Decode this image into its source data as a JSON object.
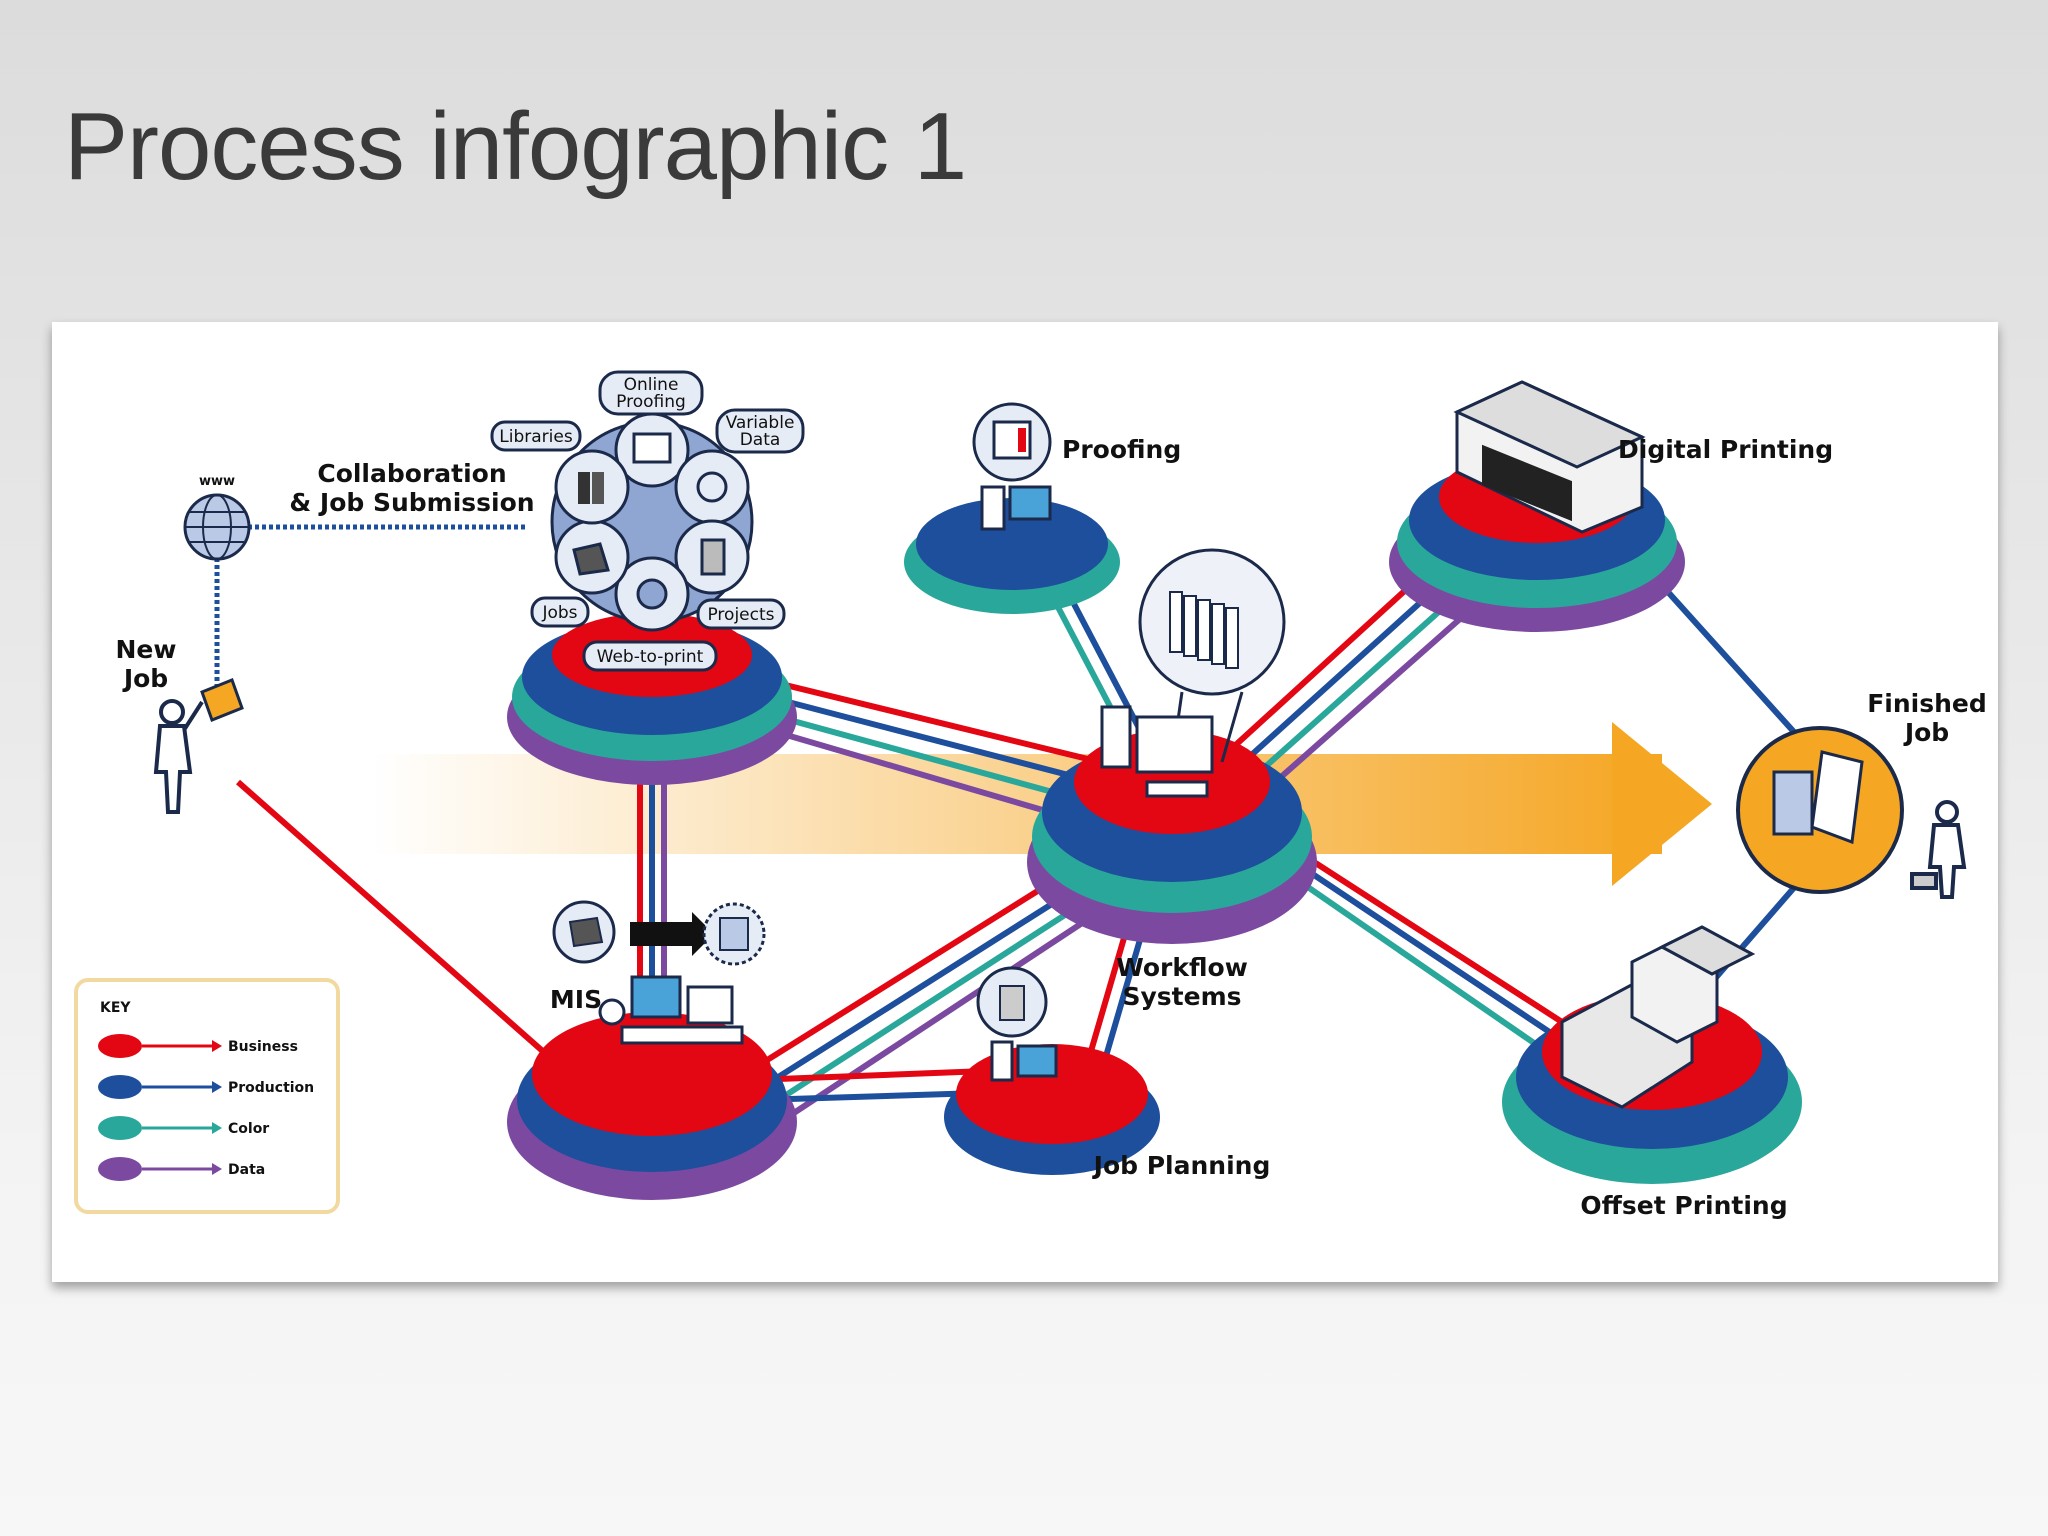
{
  "slide": {
    "title": "Process infographic 1"
  },
  "nodes": {
    "collaboration": "Collaboration\n& Job Submission",
    "new_job": "New\nJob",
    "www": "www",
    "proofing": "Proofing",
    "digital_printing": "Digital Printing",
    "finished_job": "Finished\nJob",
    "workflow_systems": "Workflow\nSystems",
    "mis": "MIS",
    "job_planning": "Job Planning",
    "offset_printing": "Offset Printing"
  },
  "hub_items": [
    "Online\nProofing",
    "Libraries",
    "Variable\nData",
    "Jobs",
    "Projects",
    "Web-to-print"
  ],
  "key": {
    "title": "KEY",
    "items": [
      {
        "label": "Business",
        "color": "#e30613"
      },
      {
        "label": "Production",
        "color": "#1d4f9c"
      },
      {
        "label": "Color",
        "color": "#2aa79b"
      },
      {
        "label": "Data",
        "color": "#7b4aa0"
      }
    ]
  },
  "colors": {
    "business": "#e30613",
    "production": "#1d4f9c",
    "color": "#2aa79b",
    "data": "#7b4aa0",
    "flow_arrow": "#f5a623"
  }
}
